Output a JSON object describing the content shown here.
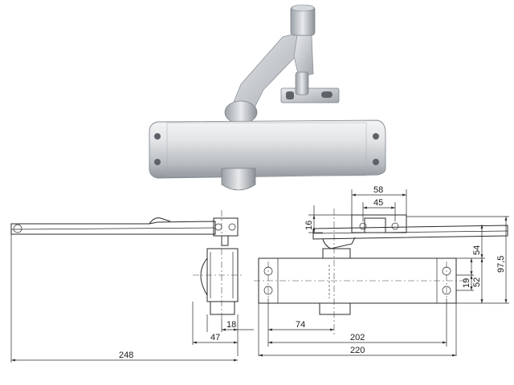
{
  "drawing": {
    "subject": "door-closer",
    "colors": {
      "metal_light": "#e6e8ea",
      "metal_mid": "#c3c7cb",
      "metal_dark": "#8e949a",
      "line": "#2a2a2a"
    },
    "dimensions": {
      "side_18": "18",
      "side_47": "47",
      "side_248": "248",
      "top_58": "58",
      "top_45": "45",
      "left_16": "16",
      "right_54": "54",
      "right_97_5": "97,5",
      "right_19": "19",
      "right_52": "52",
      "bottom_74": "74",
      "bottom_202": "202",
      "bottom_220": "220"
    }
  }
}
